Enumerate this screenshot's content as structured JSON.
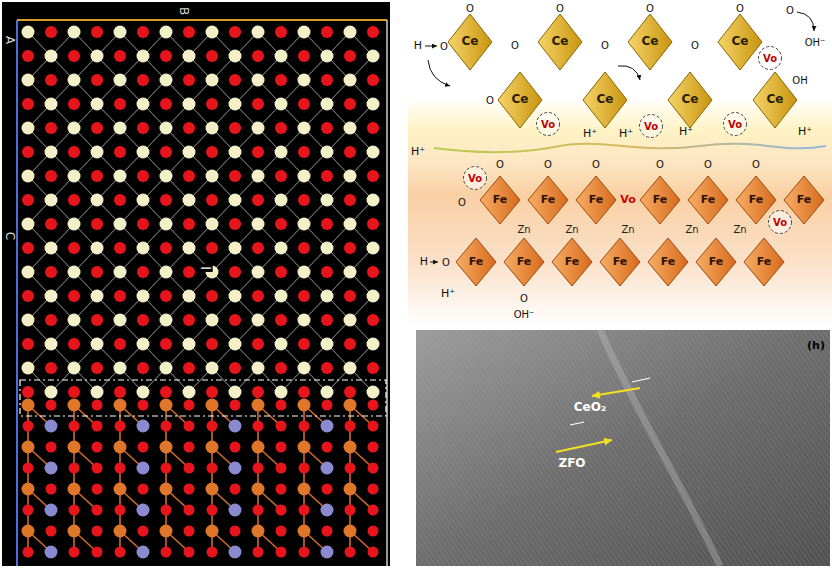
{
  "diagram": {
    "nodes": [
      {
        "text": [
          "Ce"
        ]
      },
      {
        "text": [
          "Ce"
        ]
      },
      {
        "text": [
          "Ce"
        ]
      },
      {
        "text": [
          "Ce"
        ]
      },
      {
        "text": [
          "Vo"
        ]
      },
      {
        "text": [
          "Ce"
        ]
      },
      {
        "text": [
          "Ce"
        ]
      },
      {
        "text": [
          "Ce"
        ]
      },
      {
        "text": [
          "Ce"
        ]
      },
      {
        "text": [
          "Vo"
        ]
      },
      {
        "text": [
          "Vo"
        ]
      },
      {
        "text": [
          "Vo"
        ]
      },
      {
        "text": [
          "Vo"
        ]
      },
      {
        "text": [
          "Fe"
        ]
      },
      {
        "text": [
          "Fe"
        ]
      },
      {
        "text": [
          "Fe"
        ]
      },
      {
        "text": [
          "Fe"
        ]
      },
      {
        "text": [
          "Fe"
        ]
      },
      {
        "text": [
          "Fe"
        ]
      },
      {
        "text": [
          "Fe"
        ]
      },
      {
        "text": [
          "Vo"
        ]
      },
      {
        "text": [
          "Fe"
        ]
      },
      {
        "text": [
          "Fe"
        ]
      },
      {
        "text": [
          "Fe"
        ]
      },
      {
        "text": [
          "Fe"
        ]
      },
      {
        "text": [
          "Fe"
        ]
      },
      {
        "text": [
          "Fe"
        ]
      },
      {
        "text": [
          "Fe"
        ]
      }
    ],
    "labels": [
      "B",
      "A",
      "C",
      "I",
      "O",
      "O",
      "O",
      "O",
      "O",
      "H",
      "O",
      "O",
      "O",
      "O",
      "OH⁻",
      "OH",
      "O",
      "H⁺",
      "H⁺",
      "H⁺",
      "H⁺",
      "H⁺",
      "O",
      "O",
      "O",
      "O",
      "O",
      "O",
      "O",
      "Vo",
      "Zn",
      "Zn",
      "Zn",
      "Zn",
      "Zn",
      "H",
      "O",
      "H⁺",
      "O",
      "OH⁻",
      "(h)",
      "CeO₂",
      "ZFO"
    ]
  }
}
